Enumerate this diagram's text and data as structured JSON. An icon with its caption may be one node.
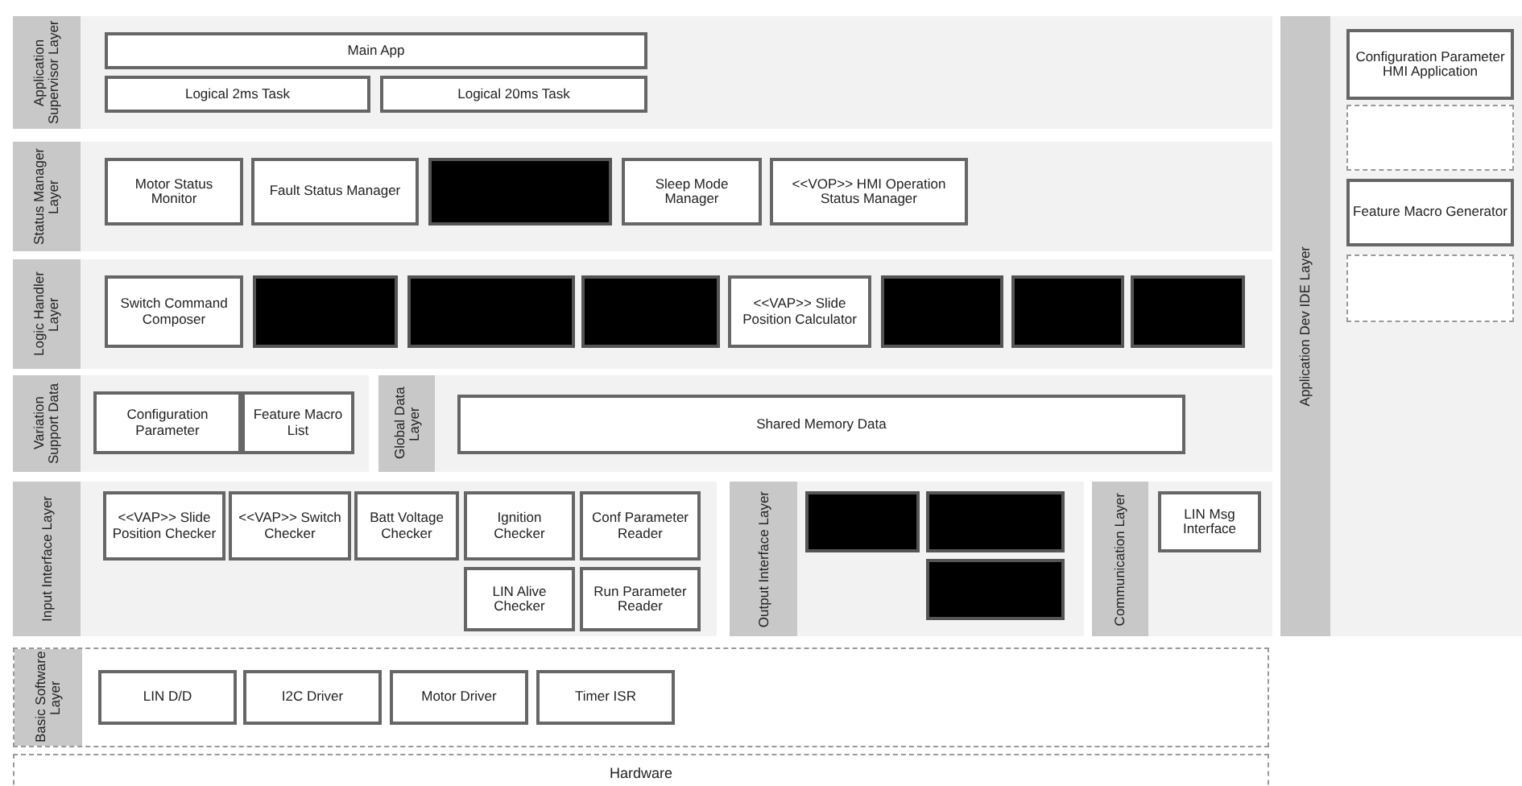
{
  "diagram": {
    "nodes": [
      {
        "text": [
          "Application Supervisor Layer"
        ]
      },
      {
        "text": [
          "Main App"
        ],
        "in": 0
      },
      {
        "text": [
          "Logical 2ms Task"
        ],
        "in": 0
      },
      {
        "text": [
          "Logical 20ms Task"
        ],
        "in": 0
      },
      {
        "text": [
          "Status Manager Layer"
        ]
      },
      {
        "text": [
          "Motor Status Monitor"
        ],
        "in": 4
      },
      {
        "text": [
          "Fault Status Manager"
        ],
        "in": 4
      },
      {
        "text": [],
        "shape": "box",
        "in": 4
      },
      {
        "text": [
          "Sleep Mode Manager"
        ],
        "in": 4
      },
      {
        "text": [
          "<<VOP>> HMI Operation Status Manager"
        ],
        "in": 4
      },
      {
        "text": [
          "Logic Handler Layer"
        ]
      },
      {
        "text": [
          "Switch Command Composer"
        ],
        "in": 10
      },
      {
        "text": [],
        "shape": "box",
        "in": 10
      },
      {
        "text": [],
        "shape": "box",
        "in": 10
      },
      {
        "text": [],
        "shape": "box",
        "in": 10
      },
      {
        "text": [
          "<<VAP>> Slide Position Calculator"
        ],
        "in": 10
      },
      {
        "text": [],
        "shape": "box",
        "in": 10
      },
      {
        "text": [],
        "shape": "box",
        "in": 10
      },
      {
        "text": [],
        "shape": "box",
        "in": 10
      },
      {
        "text": [
          "Variation Support Data"
        ]
      },
      {
        "text": [
          "Configuration Parameter"
        ],
        "in": 19
      },
      {
        "text": [
          "Feature Macro List"
        ],
        "in": 19
      },
      {
        "text": [
          "Global Data Layer"
        ]
      },
      {
        "text": [
          "Shared Memory Data"
        ],
        "in": 22
      },
      {
        "text": [
          "Input Interface Layer"
        ]
      },
      {
        "text": [
          "<<VAP>> Slide Position Checker"
        ],
        "in": 24
      },
      {
        "text": [
          "<<VAP>> Switch Checker"
        ],
        "in": 24
      },
      {
        "text": [
          "Batt Voltage Checker"
        ],
        "in": 24
      },
      {
        "text": [
          "Ignition Checker"
        ],
        "in": 24
      },
      {
        "text": [
          "Conf Parameter Reader"
        ],
        "in": 24
      },
      {
        "text": [
          "LIN Alive Checker"
        ],
        "in": 24
      },
      {
        "text": [
          "Run Parameter Reader"
        ],
        "in": 24
      },
      {
        "text": [
          "Output Interface Layer"
        ]
      },
      {
        "text": [],
        "shape": "box",
        "in": 32
      },
      {
        "text": [],
        "shape": "box",
        "in": 32
      },
      {
        "text": [],
        "shape": "box",
        "in": 32
      },
      {
        "text": [
          "Communication Layer"
        ]
      },
      {
        "text": [
          "LIN Msg Interface"
        ],
        "in": 36
      },
      {
        "text": [
          "Basic Software Layer"
        ]
      },
      {
        "text": [
          "LIN D/D"
        ],
        "in": 38
      },
      {
        "text": [
          "I2C Driver"
        ],
        "in": 38
      },
      {
        "text": [
          "Motor Driver"
        ],
        "in": 38
      },
      {
        "text": [
          "Timer ISR"
        ],
        "in": 38
      },
      {
        "text": [
          "Hardware"
        ]
      },
      {
        "text": [
          "Application Dev IDE Layer"
        ]
      },
      {
        "text": [
          "Configuration Parameter HMI Application"
        ],
        "in": 44
      },
      {
        "text": [],
        "shape": "box",
        "in": 44
      },
      {
        "text": [
          "Feature Macro Generator"
        ],
        "in": 44
      },
      {
        "text": [],
        "shape": "box",
        "in": 44
      }
    ]
  }
}
